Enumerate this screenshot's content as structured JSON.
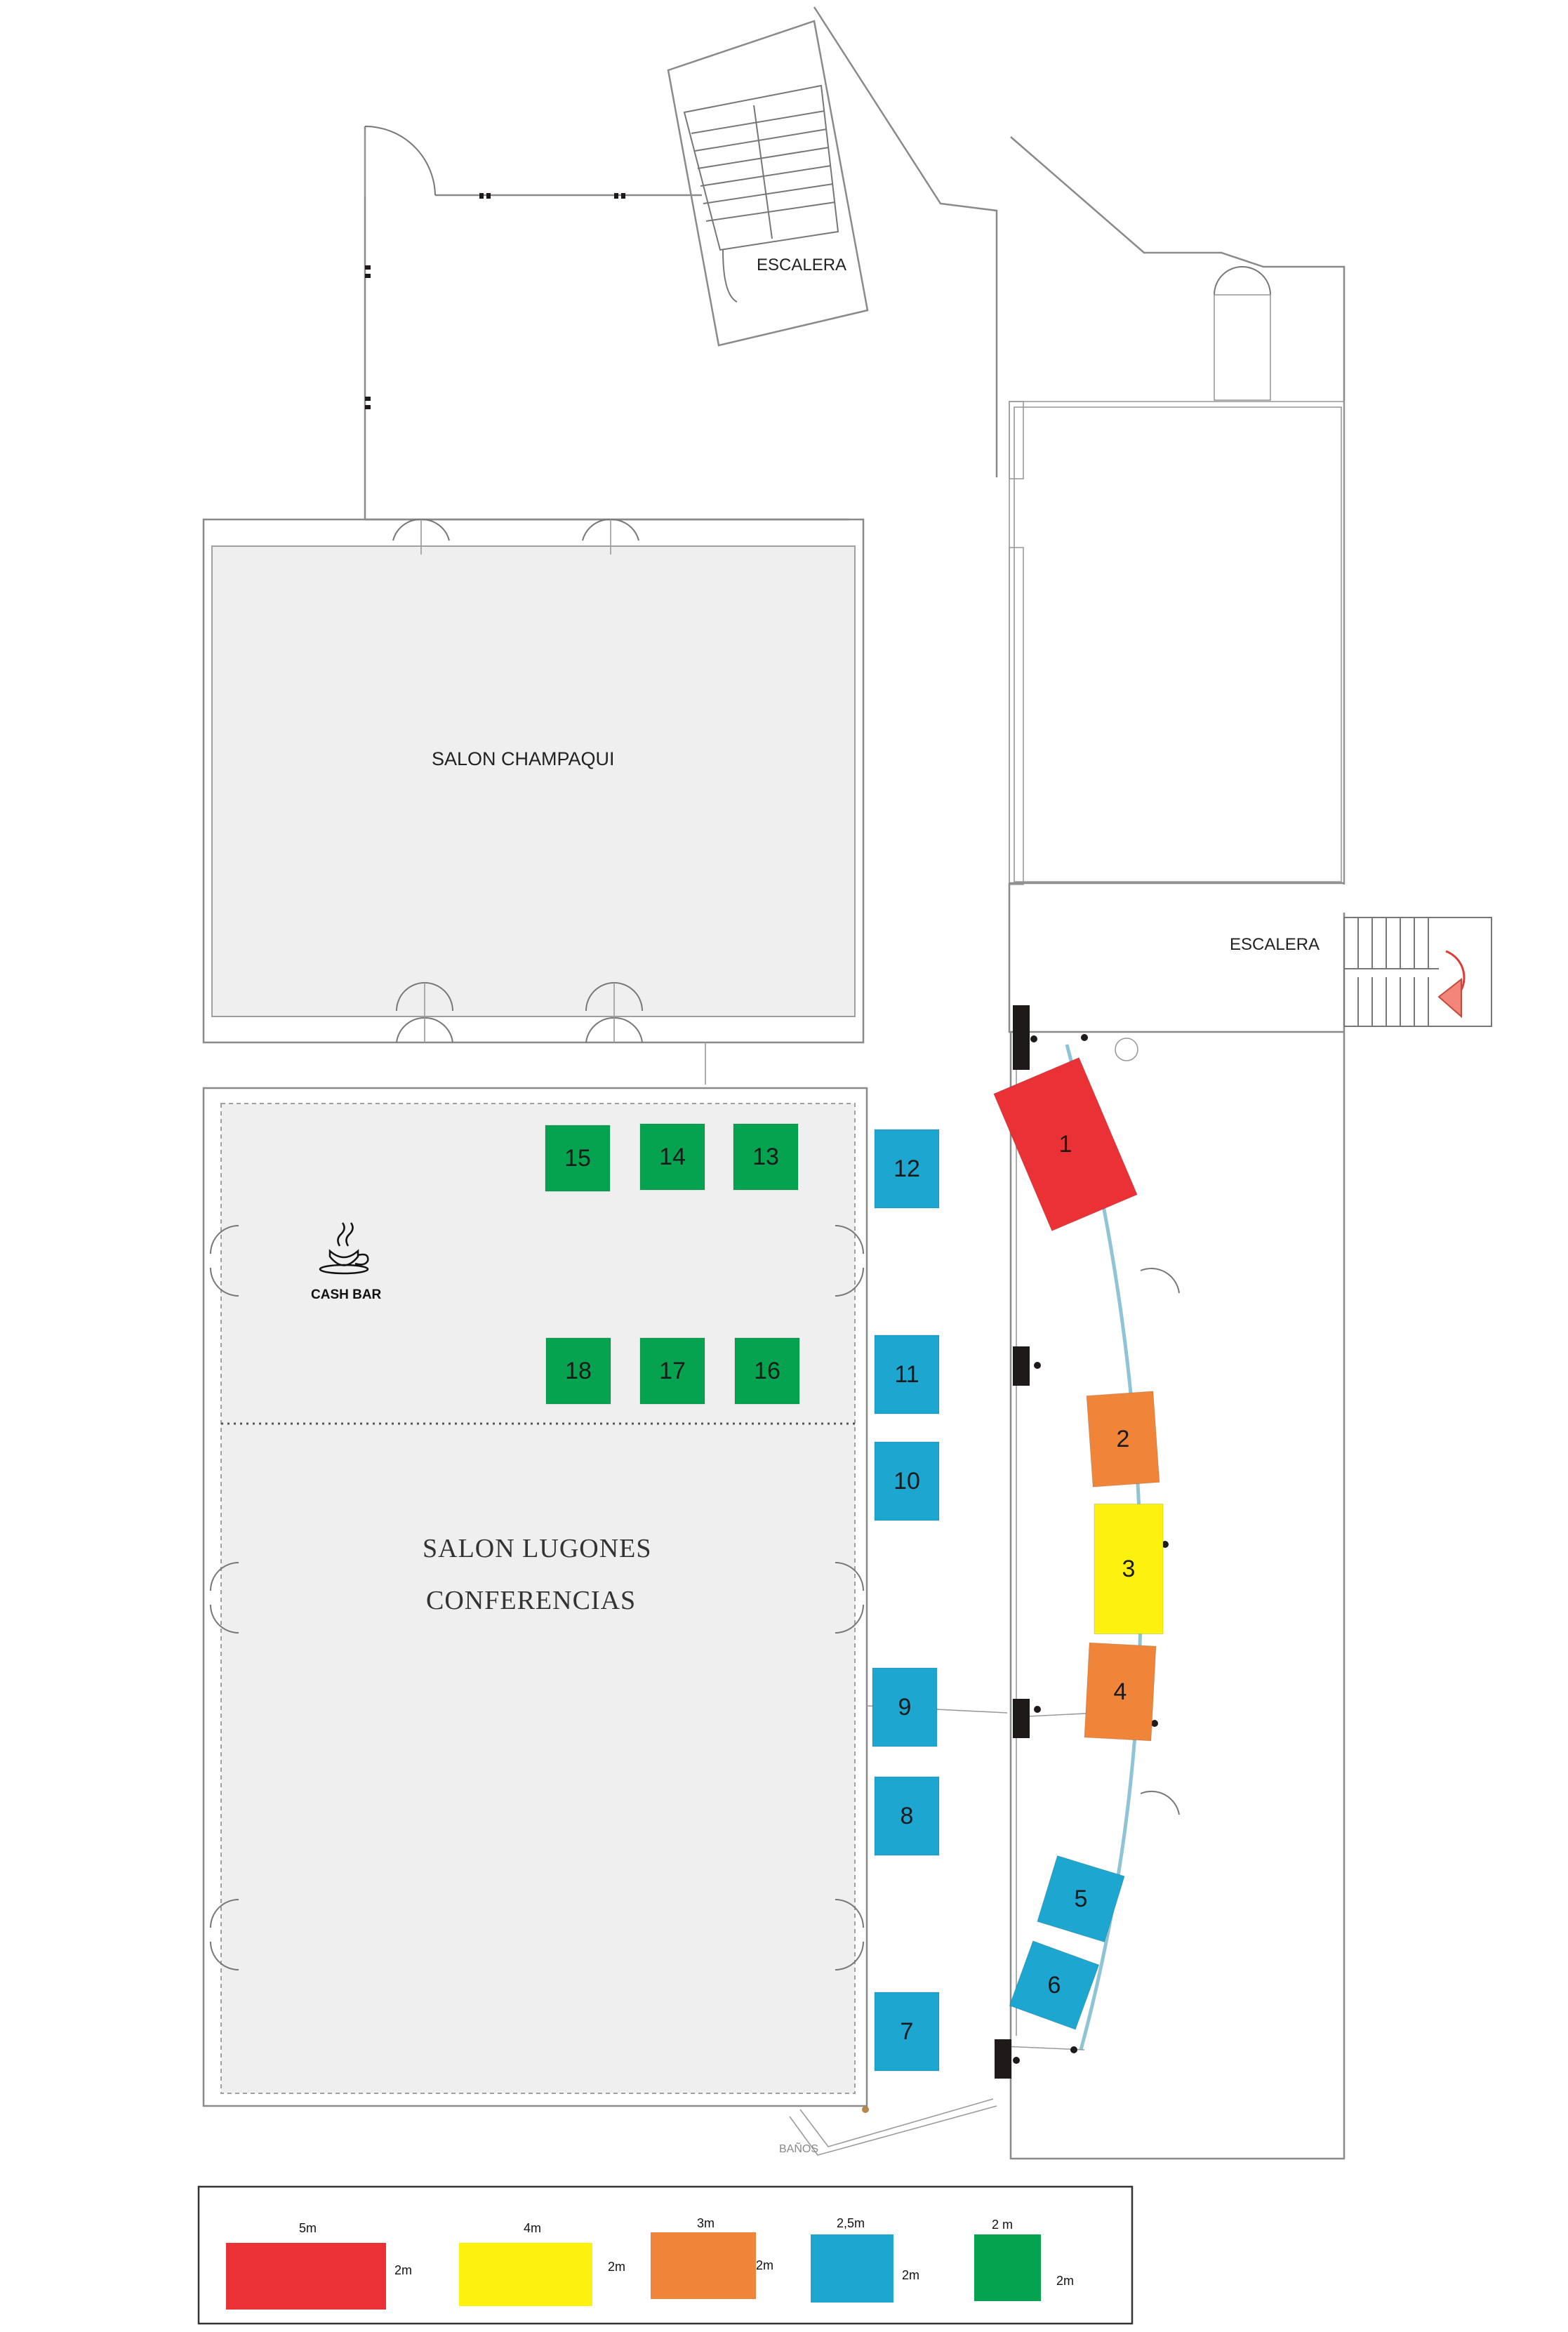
{
  "rooms": {
    "champaqui": "SALON CHAMPAQUI",
    "lugones_line1": "SALON LUGONES",
    "lugones_line2": "CONFERENCIAS",
    "stairs_top": "ESCALERA",
    "stairs_right": "ESCALERA",
    "cash_bar": "CASH BAR",
    "banos": "BAÑOS"
  },
  "colors": {
    "red": "#ea3236",
    "yellow": "#fdf20f",
    "orange": "#f0853a",
    "blue": "#1da6cf",
    "green": "#05a350"
  },
  "stands": [
    {
      "number": "1",
      "color": "red"
    },
    {
      "number": "2",
      "color": "orange"
    },
    {
      "number": "3",
      "color": "yellow"
    },
    {
      "number": "4",
      "color": "orange"
    },
    {
      "number": "5",
      "color": "blue"
    },
    {
      "number": "6",
      "color": "blue"
    },
    {
      "number": "7",
      "color": "blue"
    },
    {
      "number": "8",
      "color": "blue"
    },
    {
      "number": "9",
      "color": "blue"
    },
    {
      "number": "10",
      "color": "blue"
    },
    {
      "number": "11",
      "color": "blue"
    },
    {
      "number": "12",
      "color": "blue"
    },
    {
      "number": "13",
      "color": "green"
    },
    {
      "number": "14",
      "color": "green"
    },
    {
      "number": "15",
      "color": "green"
    },
    {
      "number": "16",
      "color": "green"
    },
    {
      "number": "17",
      "color": "green"
    },
    {
      "number": "18",
      "color": "green"
    }
  ],
  "legend": [
    {
      "width": "5m",
      "depth": "2m",
      "color": "red"
    },
    {
      "width": "4m",
      "depth": "2m",
      "color": "yellow"
    },
    {
      "width": "3m",
      "depth": "2m",
      "color": "orange"
    },
    {
      "width": "2,5m",
      "depth": "2m",
      "color": "blue"
    },
    {
      "width": "2 m",
      "depth": "2m",
      "color": "green"
    }
  ]
}
